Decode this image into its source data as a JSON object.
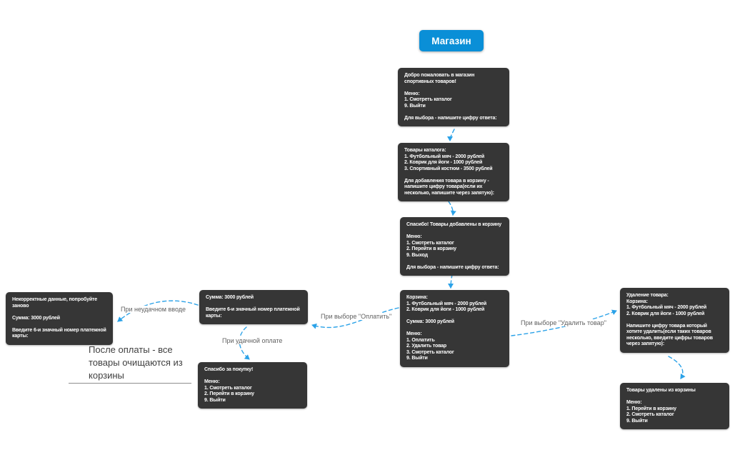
{
  "root_topic": {
    "label": "Магазин"
  },
  "nodes": {
    "welcome": {
      "text": "Добро пожаловать в магазин спортивных товаров!\n\nМеню:\n1. Смотреть каталог\n9. Выйти\n\nДля выбора - напишите цифру ответа:"
    },
    "catalog": {
      "text": "Товары каталога:\n1. Футбольный мяч - 2000 рублей\n2. Коврик для йоги - 1000 рублей\n3. Спортивный костюм - 3500 рублей\n\nДля добавления товара в корзину - напишите цифру товара(если их несколько, напишите через запятую):"
    },
    "added_to_cart": {
      "text": "Спасибо! Товары добавлены в корзину\n\nМеню:\n1. Смотреть каталог\n2. Перейти в корзину\n9. Выход\n\nДля выбора - напишите цифру ответа:"
    },
    "cart": {
      "text": "Корзина:\n1. Футбольный мяч - 2000 рублей\n2. Коврик для йоги - 1000 рублей\n\nСумма: 3000 рублей\n\nМеню:\n1. Оплатить\n2. Удалить товар\n3. Смотреть каталог\n9. Выйти"
    },
    "payment": {
      "text": "Сумма: 3000 рублей\n\nВведите 6-и значный номер платежной карты:"
    },
    "invalid_input": {
      "text": "Некорректные данные, попробуйте заново\n\nСумма: 3000 рублей\n\nВведите 6-и значный номер платежной карты:"
    },
    "purchase_thanks": {
      "text": "Спасибо за покупку!\n\nМеню:\n1. Смотреть каталог\n2. Перейти в корзину\n9. Выйти"
    },
    "delete_item": {
      "text": "Удаление товара:\nКорзина:\n1. Футбольный мяч - 2000 рублей\n2. Коврик для йоги - 1000 рублей\n\nНапишите цифру товара который хотите удалить(если таких товаров несколько, введите цифры товаров через запятую):"
    },
    "deleted": {
      "text": "Товары удалены из корзины\n\nМеню:\n1. Перейти в корзину\n2. Смотреть каталог\n9. Выйти"
    }
  },
  "edge_labels": {
    "invalid_input": "При неудачном вводе",
    "pay": "При выборе \"Оплатить\"",
    "pay_success": "При удачной оплате",
    "delete": "При выборе \"Удалить товар\""
  },
  "note": {
    "text": "После оплаты - все товары очищаются из корзины"
  },
  "colors": {
    "root_topic_bg": "#0a8fd7",
    "connector_blue": "#2ba2e8",
    "node_bg": "#363636",
    "node_text": "#ffffff"
  }
}
